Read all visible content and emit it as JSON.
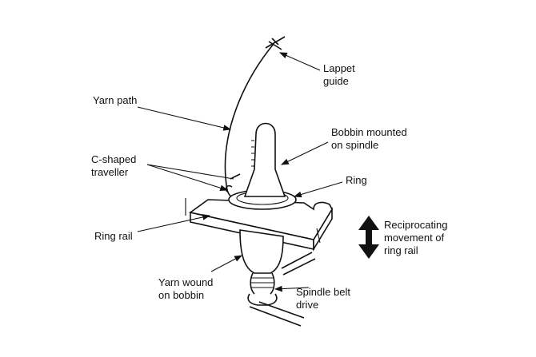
{
  "labels": {
    "lappet_guide_1": "Lappet",
    "lappet_guide_2": "guide",
    "yarn_path": "Yarn path",
    "bobbin_1": "Bobbin mounted",
    "bobbin_2": "on spindle",
    "traveller_1": "C-shaped",
    "traveller_2": "traveller",
    "ring": "Ring",
    "ring_rail": "Ring rail",
    "reciprocating_1": "Reciprocating",
    "reciprocating_2": "movement of",
    "reciprocating_3": "ring rail",
    "yarn_wound_1": "Yarn wound",
    "yarn_wound_2": "on bobbin",
    "spindle_belt_1": "Spindle belt",
    "spindle_belt_2": "drive"
  }
}
